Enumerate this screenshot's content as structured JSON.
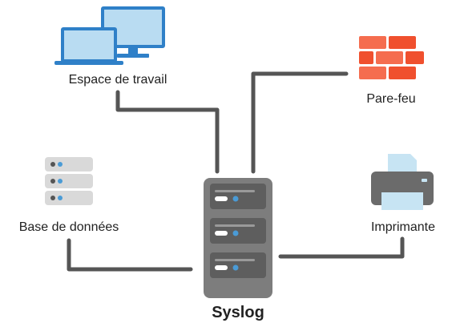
{
  "diagram": {
    "nodes": {
      "workspace": {
        "label": "Espace de travail",
        "icon": "computer-monitors-icon"
      },
      "firewall": {
        "label": "Pare-feu",
        "icon": "brick-wall-firewall-icon"
      },
      "database": {
        "label": "Base de données",
        "icon": "database-server-icon"
      },
      "printer": {
        "label": "Imprimante",
        "icon": "printer-icon"
      },
      "syslog": {
        "label": "Syslog",
        "icon": "server-rack-icon"
      }
    },
    "colors": {
      "connector": "#555555",
      "monitor_frame": "#2f80c8",
      "monitor_screen": "#b9dcf2",
      "firewall_red": "#f0502e",
      "firewall_light": "#f56d4f",
      "server_gray": "#7d7d7d",
      "db_gray": "#d9d9d9",
      "printer_gray": "#6b6b6b",
      "paper_blue": "#c7e4f3",
      "accent_blue": "#4a9bd6"
    }
  }
}
